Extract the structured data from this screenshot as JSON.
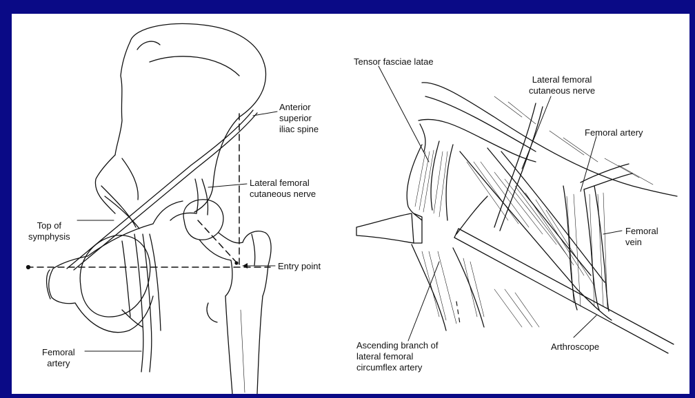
{
  "left_labels": {
    "asis_1": "Anterior",
    "asis_2": "superior",
    "asis_3": "iliac spine",
    "lfcn_1": "Lateral femoral",
    "lfcn_2": "cutaneous nerve",
    "symphysis_1": "Top of",
    "symphysis_2": "symphysis",
    "entry": "Entry point",
    "artery_1": "Femoral",
    "artery_2": "artery"
  },
  "right_labels": {
    "tensor": "Tensor fasciae latae",
    "lfcn_1": "Lateral femoral",
    "lfcn_2": "cutaneous nerve",
    "fem_artery": "Femoral artery",
    "fem_vein_1": "Femoral",
    "fem_vein_2": "vein",
    "ascending_1": "Ascending branch of",
    "ascending_2": "lateral femoral",
    "ascending_3": "circumflex artery",
    "arthroscope": "Arthroscope"
  },
  "colors": {
    "border": "#0a0a86",
    "panel": "#ffffff",
    "ink": "#111111"
  }
}
